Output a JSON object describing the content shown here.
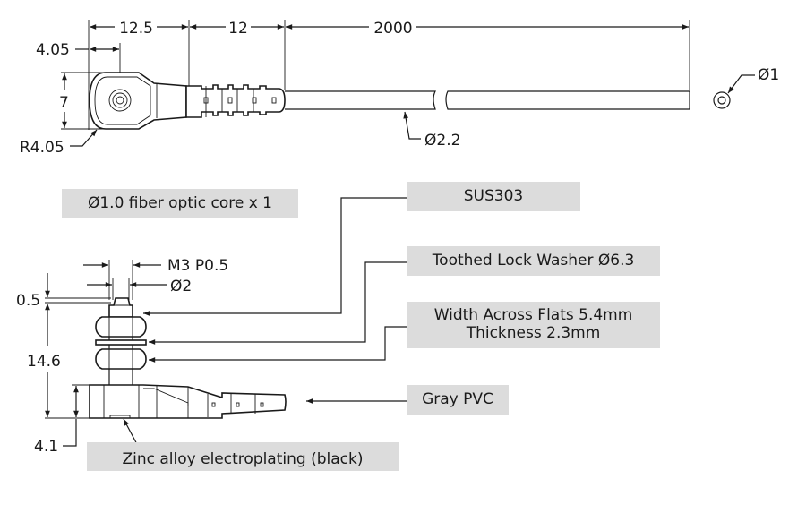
{
  "top_view": {
    "dimensions": {
      "head_length": "12.5",
      "sleeve_length": "12",
      "cable_length": "2000",
      "hole_offset": "4.05",
      "head_height": "7",
      "head_radius": "R4.05",
      "cable_diameter": "Ø2.2",
      "core_diameter": "Ø1"
    }
  },
  "side_view": {
    "dimensions": {
      "thread": "M3  P0.5",
      "tip_diameter": "Ø2",
      "tip_step": "0.5",
      "total_height": "14.6",
      "base_height": "4.1"
    }
  },
  "labels": {
    "core": "Ø1.0 fiber optic core x 1",
    "thread_material": "SUS303",
    "washer": "Toothed Lock Washer Ø6.3",
    "nut_line1": "Width Across Flats 5.4mm",
    "nut_line2": "Thickness 2.3mm",
    "sheath": "Gray PVC",
    "body": "Zinc alloy electroplating (black)"
  },
  "colors": {
    "label_background": "#dcdcdc",
    "line": "#1a1a1a"
  }
}
